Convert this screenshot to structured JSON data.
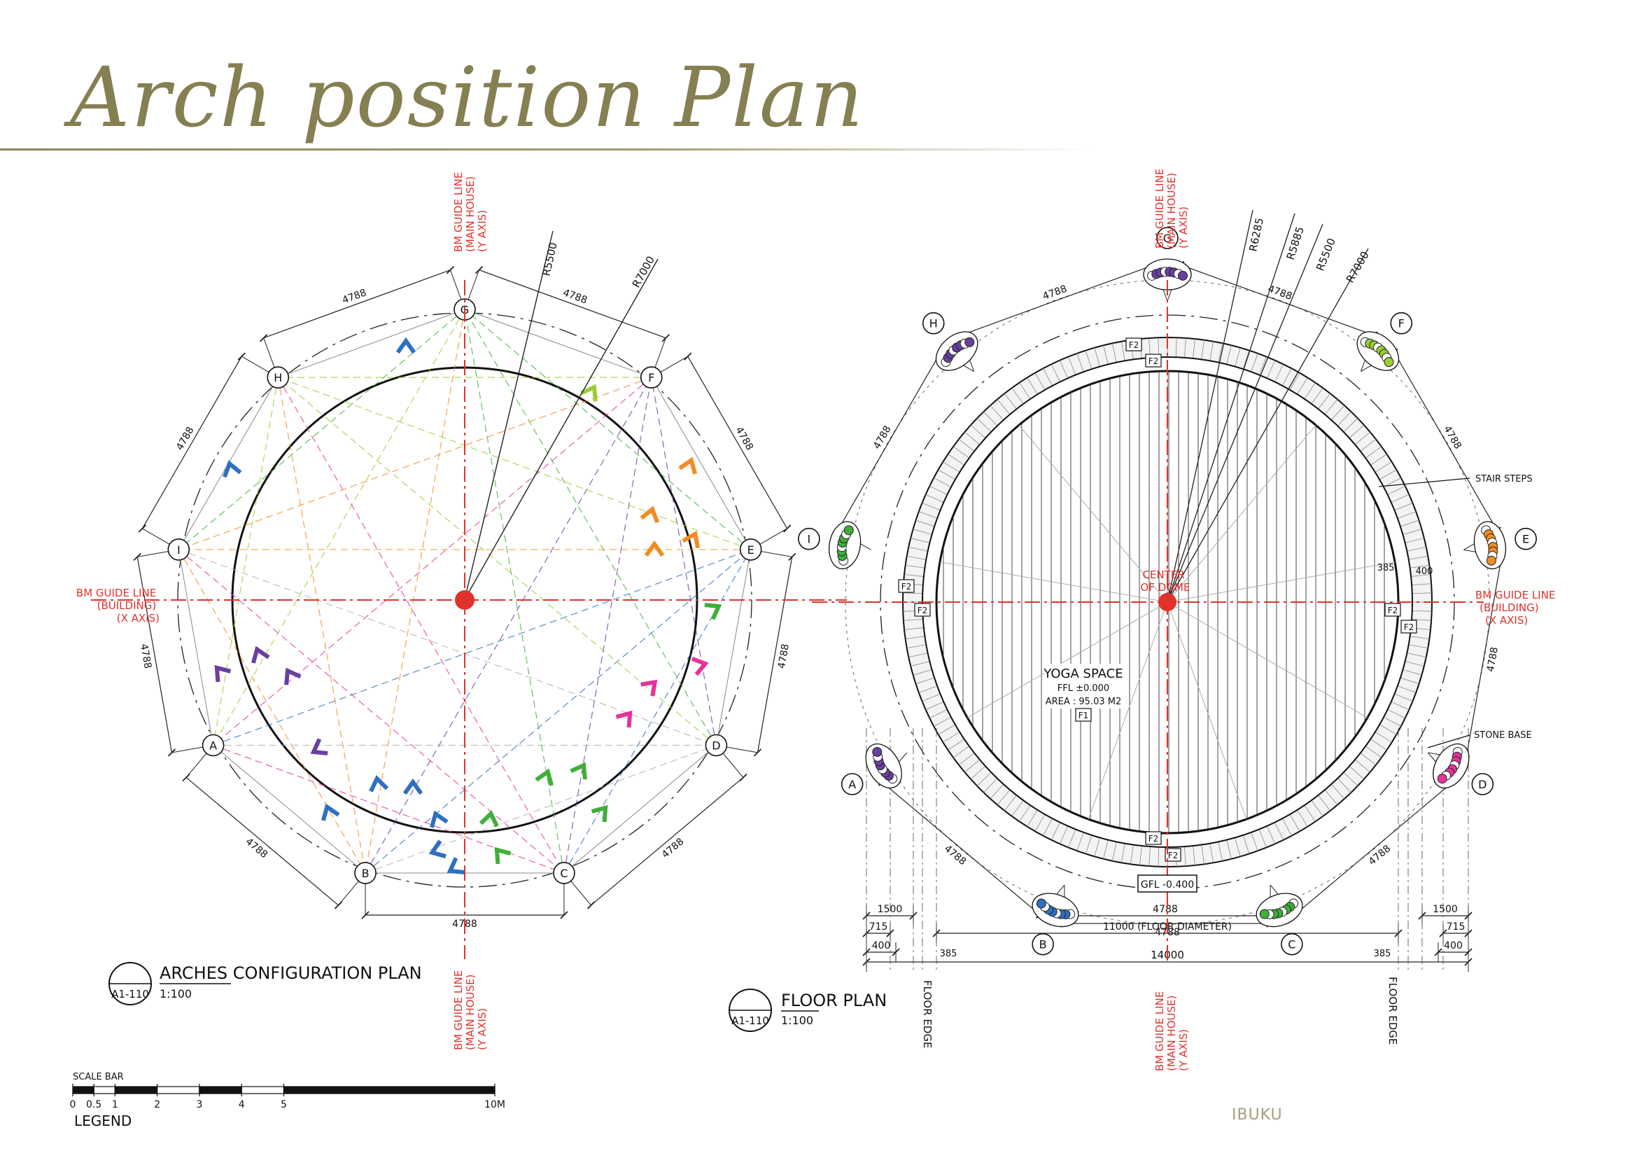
{
  "header": {
    "title": "Arch position Plan"
  },
  "colors": {
    "title": "#857f52",
    "guide": "#e0322b",
    "ink": "#111111",
    "arch_blue": "#2f6fbf",
    "arch_violet": "#6a3fa0",
    "arch_green": "#3fae3a",
    "arch_lime": "#9acd32",
    "arch_orange": "#f28c22",
    "arch_pink": "#e6339a"
  },
  "node_labels": [
    "A",
    "B",
    "C",
    "D",
    "E",
    "F",
    "G",
    "H",
    "I"
  ],
  "left_plan": {
    "dim": "4788",
    "radii": [
      "R5500",
      "R7000"
    ],
    "guide_y": [
      "BM GUIDE LINE",
      "(MAIN HOUSE)",
      "(Y AXIS)"
    ],
    "guide_x": [
      "BM GUIDE LINE",
      "(BUILDING)",
      "(X AXIS)"
    ],
    "title_ref": "A1-110",
    "title": "ARCHES CONFIGURATION PLAN",
    "scale": "1:100"
  },
  "right_plan": {
    "dim": "4788",
    "radii": [
      "R6285",
      "R5885",
      "R5500",
      "R7000"
    ],
    "guide_y": [
      "BM GUIDE LINE",
      "(MAIN HOUSE)",
      "(Y AXIS)"
    ],
    "guide_x": [
      "BM GUIDE LINE",
      "(BUILDING)",
      "(X AXIS)"
    ],
    "center_label": [
      "CENTER",
      "OF DOME"
    ],
    "space_name": "YOGA SPACE",
    "ffl": "FFL ±0.000",
    "area": "AREA : 95.03 M2",
    "tag_f1": "F1",
    "tag_f2": "F2",
    "gfl": "GFL -0.400",
    "stair_steps": "STAIR STEPS",
    "stone_base": "STONE BASE",
    "dim_385": "385",
    "dim_400": "400",
    "dim_1500": "1500",
    "dim_715": "715",
    "floor_diameter": "11000 (FLOOR DIAMETER)",
    "dim_14000": "14000",
    "floor_edge": "FLOOR EDGE",
    "title_ref": "A1-110",
    "title": "FLOOR PLAN",
    "scale": "1:100"
  },
  "scale_bar": {
    "title": "SCALE BAR",
    "ticks": [
      {
        "label": "0",
        "value": 0
      },
      {
        "label": "0.5",
        "value": 0.5
      },
      {
        "label": "1",
        "value": 1
      },
      {
        "label": "2",
        "value": 2
      },
      {
        "label": "3",
        "value": 3
      },
      {
        "label": "4",
        "value": 4
      },
      {
        "label": "5",
        "value": 5
      },
      {
        "label": "10M",
        "value": 10
      }
    ]
  },
  "legend": "LEGEND",
  "brand": "IBUKU"
}
